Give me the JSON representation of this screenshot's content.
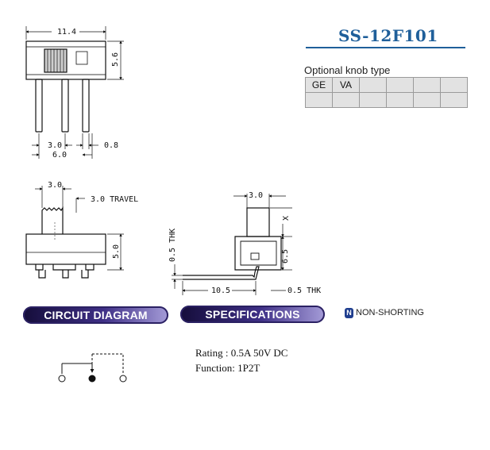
{
  "title": "SS-12F101",
  "colors": {
    "title": "#1f5f9a",
    "pill": "#2b2163",
    "drawing": "#111111"
  },
  "top_view": {
    "width_dim": "11.4",
    "height_dim": "5.6",
    "pin_pitch": "3.0",
    "pin_width": "0.8",
    "span": "6.0"
  },
  "side_view": {
    "knob_width": "3.0",
    "travel": "3.0 TRAVEL",
    "height": "5.0"
  },
  "bend_view": {
    "knob_width": "3.0",
    "x_label": "X",
    "height": "6.5",
    "thk_left": "0.5 THK",
    "length": "10.5",
    "thk_right": "0.5 THK"
  },
  "knob": {
    "caption": "Optional knob type",
    "options": [
      "GE",
      "VA",
      "",
      "",
      "",
      ""
    ]
  },
  "sections": {
    "circuit": "CIRCUIT DIAGRAM",
    "specs": "SPECIFICATIONS"
  },
  "non_shorting": {
    "icon_letter": "N",
    "label": "NON-SHORTING"
  },
  "specs": {
    "rating": "Rating : 0.5A 50V DC",
    "function": "Function: 1P2T"
  }
}
